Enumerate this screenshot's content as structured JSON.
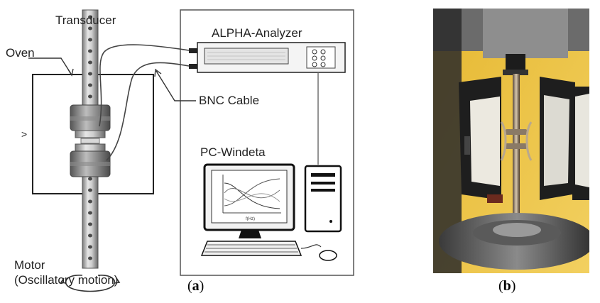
{
  "panel_a": {
    "labels": {
      "transducer": "Transducer",
      "oven": "Oven",
      "analyzer": "ALPHA-Analyzer",
      "cable": "BNC Cable",
      "pc": "PC-Windeta",
      "motor": "Motor",
      "motion": "(Oscillatory motion)",
      "screen_axis": "f(Hz)"
    },
    "caption_letter": "a"
  },
  "panel_b": {
    "caption_letter": "b"
  }
}
